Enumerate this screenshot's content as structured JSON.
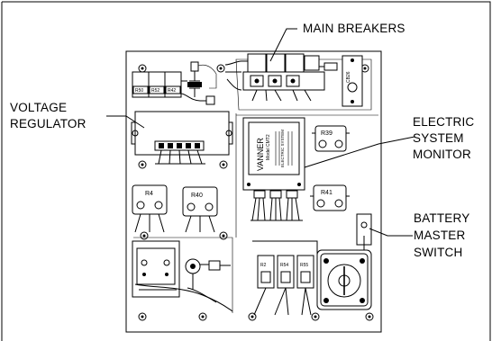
{
  "labels": {
    "main_breakers": "MAIN BREAKERS",
    "voltage_regulator_line1": "VOLTAGE",
    "voltage_regulator_line2": "REGULATOR",
    "electric_line1": "ELECTRIC",
    "electric_line2": "SYSTEM",
    "electric_line3": "MONITOR",
    "battery_line1": "BATTERY",
    "battery_line2": "MASTER",
    "battery_line3": "SWITCH"
  },
  "component_tags": {
    "r4": "R4",
    "r40": "R40",
    "r39": "R39",
    "r41": "R41",
    "cb26": "CB26",
    "r50": "R50",
    "r52": "R52",
    "r42": "R42",
    "monitor_brand": "VANNER",
    "monitor_model": "Model CMT2",
    "monitor_desc": "ELECTRIC SYSTEM",
    "r2": "R2",
    "r54": "R54",
    "r55": "R55"
  }
}
